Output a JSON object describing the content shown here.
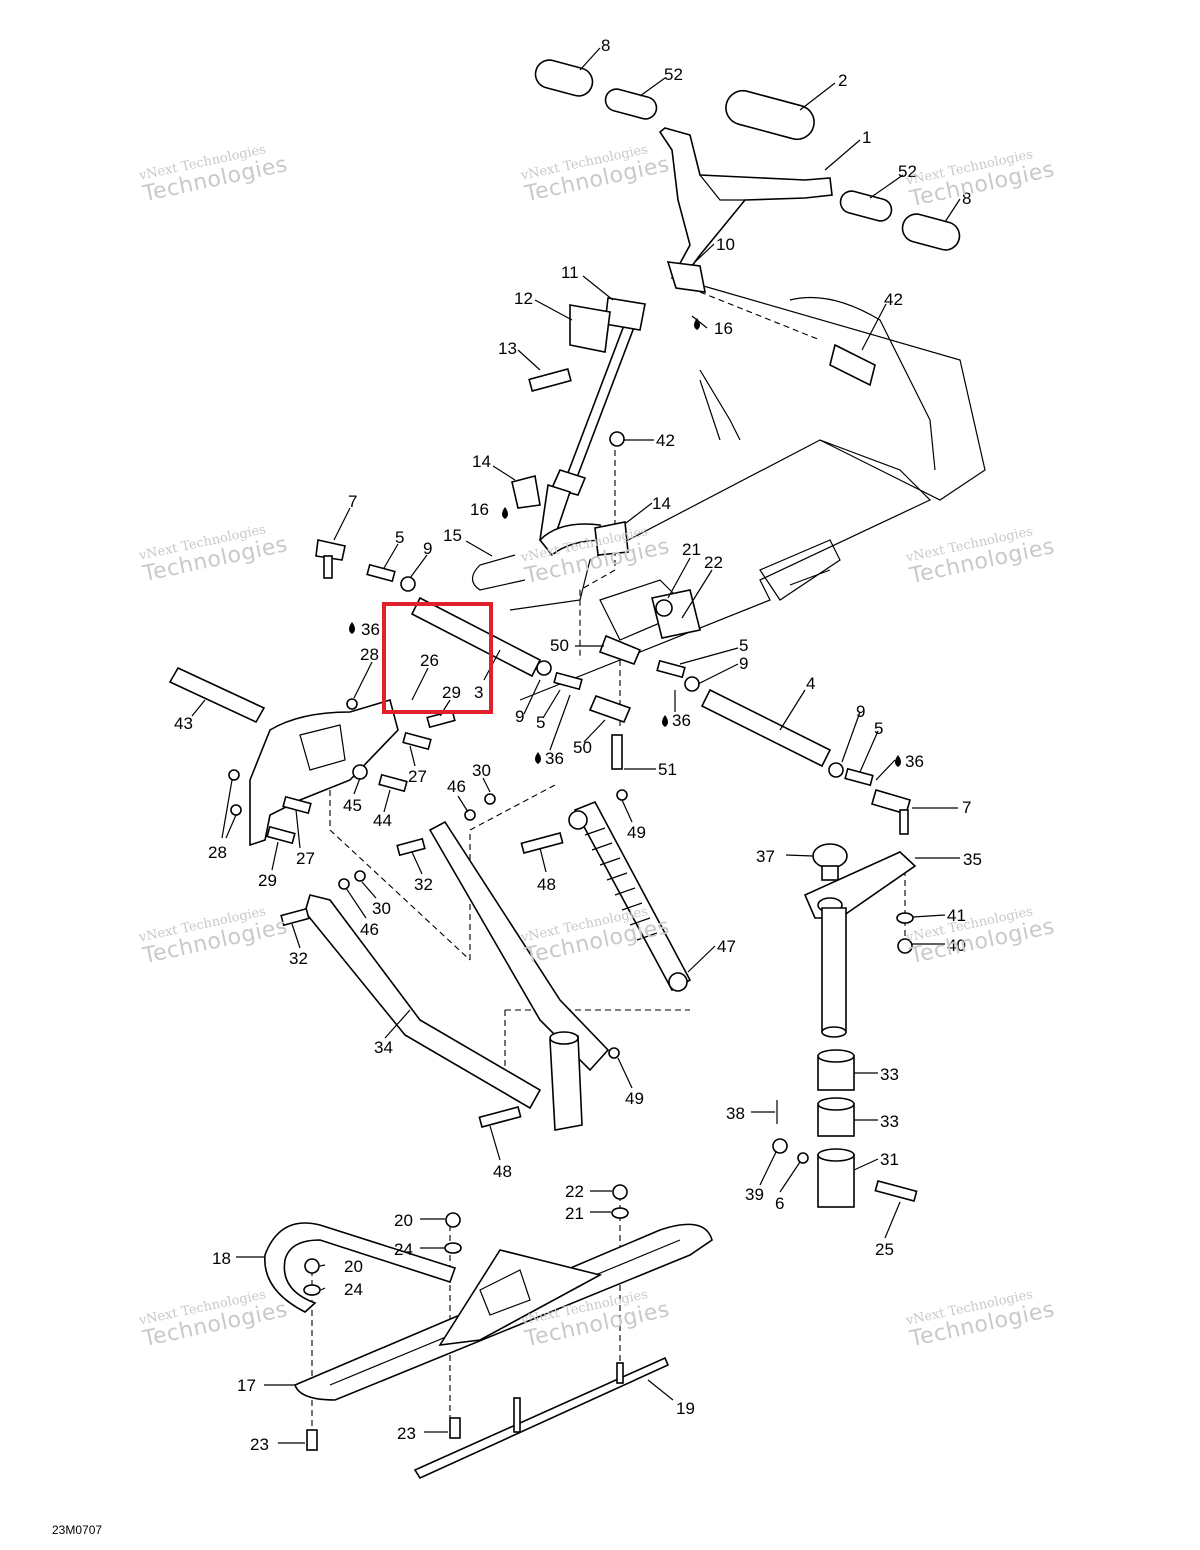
{
  "watermark": {
    "line1": "vNext Technologies",
    "line2": "Technologies",
    "positions": [
      "w1",
      "w2",
      "w3",
      "w4",
      "w5",
      "w6",
      "w7",
      "w8",
      "w9",
      "w10",
      "w11",
      "w12"
    ]
  },
  "drawing_code": "23M0707",
  "highlight_color": "#e0202a",
  "callouts": [
    {
      "id": "c8a",
      "label": "8"
    },
    {
      "id": "c52a",
      "label": "52"
    },
    {
      "id": "c2",
      "label": "2"
    },
    {
      "id": "c1",
      "label": "1"
    },
    {
      "id": "c52b",
      "label": "52"
    },
    {
      "id": "c8b",
      "label": "8"
    },
    {
      "id": "c10",
      "label": "10"
    },
    {
      "id": "c11",
      "label": "11"
    },
    {
      "id": "c12",
      "label": "12"
    },
    {
      "id": "c16a",
      "label": "16"
    },
    {
      "id": "c42a",
      "label": "42"
    },
    {
      "id": "c13",
      "label": "13"
    },
    {
      "id": "c42b",
      "label": "42"
    },
    {
      "id": "c14a",
      "label": "14"
    },
    {
      "id": "c16b",
      "label": "16"
    },
    {
      "id": "c14b",
      "label": "14"
    },
    {
      "id": "c7a",
      "label": "7"
    },
    {
      "id": "c5a",
      "label": "5"
    },
    {
      "id": "c9a",
      "label": "9"
    },
    {
      "id": "c15",
      "label": "15"
    },
    {
      "id": "c21",
      "label": "21"
    },
    {
      "id": "c22a",
      "label": "22"
    },
    {
      "id": "c36a",
      "label": "36"
    },
    {
      "id": "c28a",
      "label": "28"
    },
    {
      "id": "c26",
      "label": "26"
    },
    {
      "id": "c29a",
      "label": "29"
    },
    {
      "id": "c3",
      "label": "3"
    },
    {
      "id": "c50a",
      "label": "50"
    },
    {
      "id": "c5b",
      "label": "5"
    },
    {
      "id": "c9b",
      "label": "9"
    },
    {
      "id": "c43",
      "label": "43"
    },
    {
      "id": "c9c",
      "label": "9"
    },
    {
      "id": "c5c",
      "label": "5"
    },
    {
      "id": "c36b",
      "label": "36"
    },
    {
      "id": "c4",
      "label": "4"
    },
    {
      "id": "c50b",
      "label": "50"
    },
    {
      "id": "c36c",
      "label": "36"
    },
    {
      "id": "c9d",
      "label": "9"
    },
    {
      "id": "c5d",
      "label": "5"
    },
    {
      "id": "c36d",
      "label": "36"
    },
    {
      "id": "c27a",
      "label": "27"
    },
    {
      "id": "c51",
      "label": "51"
    },
    {
      "id": "c45",
      "label": "45"
    },
    {
      "id": "c44",
      "label": "44"
    },
    {
      "id": "c30a",
      "label": "30"
    },
    {
      "id": "c46a",
      "label": "46"
    },
    {
      "id": "c7b",
      "label": "7"
    },
    {
      "id": "c49a",
      "label": "49"
    },
    {
      "id": "c28b",
      "label": "28"
    },
    {
      "id": "c27b",
      "label": "27"
    },
    {
      "id": "c29b",
      "label": "29"
    },
    {
      "id": "c32a",
      "label": "32"
    },
    {
      "id": "c48a",
      "label": "48"
    },
    {
      "id": "c37",
      "label": "37"
    },
    {
      "id": "c35",
      "label": "35"
    },
    {
      "id": "c30b",
      "label": "30"
    },
    {
      "id": "c46b",
      "label": "46"
    },
    {
      "id": "c41",
      "label": "41"
    },
    {
      "id": "c32b",
      "label": "32"
    },
    {
      "id": "c40",
      "label": "40"
    },
    {
      "id": "c47",
      "label": "47"
    },
    {
      "id": "c34",
      "label": "34"
    },
    {
      "id": "c49b",
      "label": "49"
    },
    {
      "id": "c33a",
      "label": "33"
    },
    {
      "id": "c38",
      "label": "38"
    },
    {
      "id": "c33b",
      "label": "33"
    },
    {
      "id": "c48b",
      "label": "48"
    },
    {
      "id": "c39",
      "label": "39"
    },
    {
      "id": "c6",
      "label": "6"
    },
    {
      "id": "c31",
      "label": "31"
    },
    {
      "id": "c25",
      "label": "25"
    },
    {
      "id": "c22b",
      "label": "22"
    },
    {
      "id": "c21b",
      "label": "21"
    },
    {
      "id": "c20a",
      "label": "20"
    },
    {
      "id": "c24a",
      "label": "24"
    },
    {
      "id": "c18",
      "label": "18"
    },
    {
      "id": "c20b",
      "label": "20"
    },
    {
      "id": "c24b",
      "label": "24"
    },
    {
      "id": "c17",
      "label": "17"
    },
    {
      "id": "c19",
      "label": "19"
    },
    {
      "id": "c23a",
      "label": "23"
    },
    {
      "id": "c23b",
      "label": "23"
    }
  ]
}
